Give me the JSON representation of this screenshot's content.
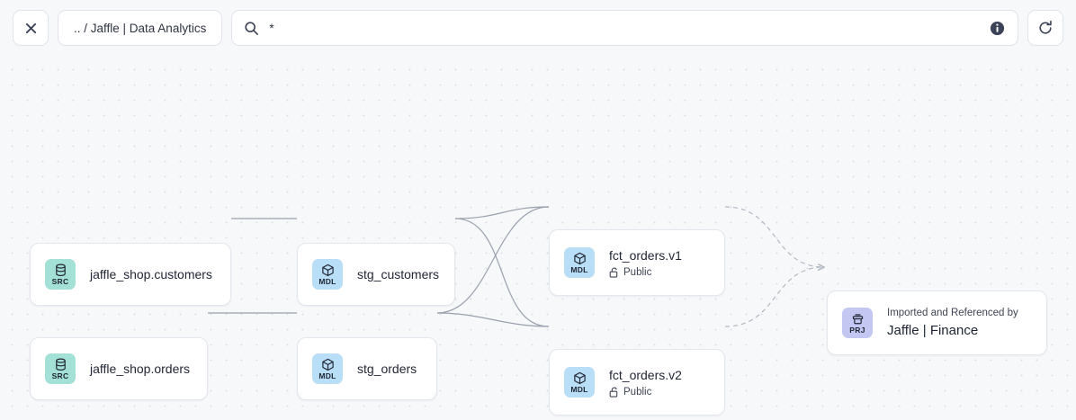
{
  "toolbar": {
    "close_button": {
      "name": "close-button",
      "label": "✕"
    },
    "breadcrumb": {
      "label": ".. / Jaffle | Data Analytics"
    },
    "search": {
      "value": "*",
      "placeholder": "",
      "icon": "search-icon",
      "info_icon": "info-icon"
    },
    "refresh_button": {
      "name": "refresh-button",
      "icon": "refresh-icon"
    }
  },
  "colors": {
    "canvas_bg": "#f7f8fa",
    "dot": "#dcdfe6",
    "card_bg": "#ffffff",
    "card_border": "#e3e6ec",
    "badge_src": "#a3e0d6",
    "badge_mdl": "#b9def8",
    "badge_prj": "#c3c7f2",
    "edge": "#9aa1ae",
    "edge_dashed": "#b2b8c2",
    "text": "#222736"
  },
  "graph": {
    "nodes": [
      {
        "id": "src_customers",
        "badge": "SRC",
        "badge_icon": "database-icon",
        "title": "jaffle_shop.customers"
      },
      {
        "id": "src_orders",
        "badge": "SRC",
        "badge_icon": "database-icon",
        "title": "jaffle_shop.orders"
      },
      {
        "id": "stg_customers",
        "badge": "MDL",
        "badge_icon": "cube-icon",
        "title": "stg_customers"
      },
      {
        "id": "stg_orders",
        "badge": "MDL",
        "badge_icon": "cube-icon",
        "title": "stg_orders"
      },
      {
        "id": "fct_orders_v1",
        "badge": "MDL",
        "badge_icon": "cube-icon",
        "title": "fct_orders.v1",
        "subtitle": "Public",
        "sub_icon": "unlock-icon"
      },
      {
        "id": "fct_orders_v2",
        "badge": "MDL",
        "badge_icon": "cube-icon",
        "title": "fct_orders.v2",
        "subtitle": "Public",
        "sub_icon": "unlock-icon"
      },
      {
        "id": "prj_finance",
        "badge": "PRJ",
        "badge_icon": "project-icon",
        "kicker": "Imported and Referenced by",
        "title": "Jaffle | Finance"
      }
    ],
    "edges": [
      {
        "from": "src_customers",
        "to": "stg_customers",
        "style": "solid"
      },
      {
        "from": "src_orders",
        "to": "stg_orders",
        "style": "solid"
      },
      {
        "from": "stg_customers",
        "to": "fct_orders_v1",
        "style": "solid"
      },
      {
        "from": "stg_customers",
        "to": "fct_orders_v2",
        "style": "solid"
      },
      {
        "from": "stg_orders",
        "to": "fct_orders_v1",
        "style": "solid"
      },
      {
        "from": "stg_orders",
        "to": "fct_orders_v2",
        "style": "solid"
      },
      {
        "from": "fct_orders_v1",
        "to": "prj_finance",
        "style": "dashed",
        "arrow": true
      },
      {
        "from": "fct_orders_v2",
        "to": "prj_finance",
        "style": "dashed",
        "arrow": true
      }
    ]
  }
}
